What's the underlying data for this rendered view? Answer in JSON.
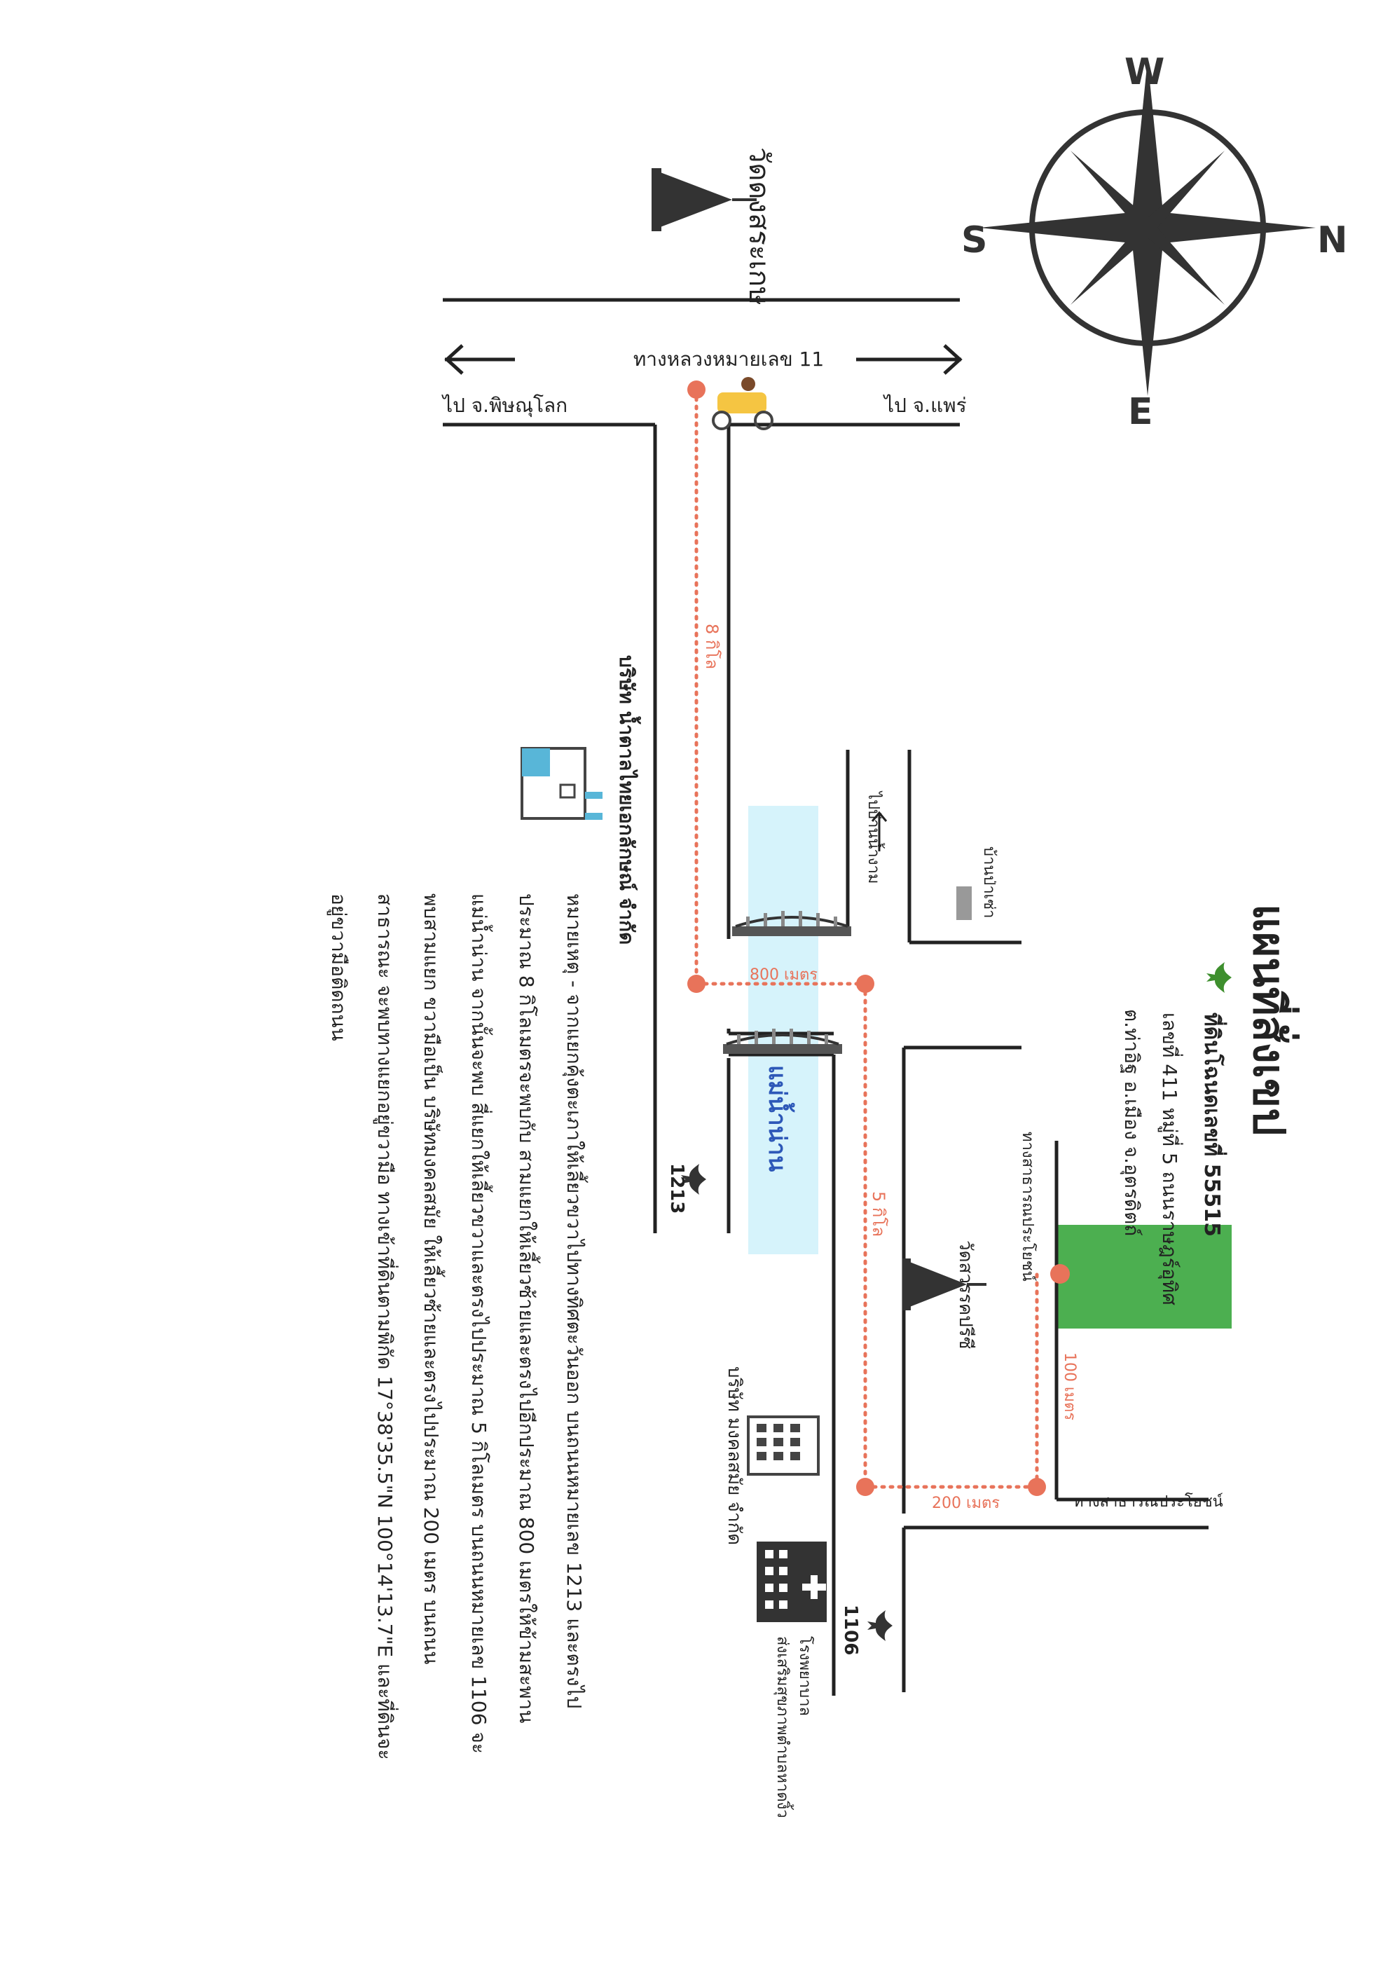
{
  "title": "แผนที่สั่งเขป",
  "parcel": {
    "line1": "ที่ดินโฉนดเลขที่ 55515",
    "line2": "เลขที่ 411 หมู่ที่ 5 ถนนราษฎร์อุทิศ",
    "line3": "ต.ท่าอิฐ อ.เมือง จ.อุตรดิตถ์"
  },
  "compass": {
    "n": "N",
    "s": "S",
    "e": "E",
    "w": "W"
  },
  "roads": {
    "hwy11": "ทางหลวงหมายเลข 11",
    "to_phitsanulok": "ไป จ.พิษณุโลก",
    "to_phrae": "ไป จ.แพร่",
    "public_road_vertical": "ทางสาธารณประโยชน์",
    "public_road_horizontal": "ทางสาธารณประโยชน์",
    "to_ban_nam_ngam": "ไปบ้านน้ำงาม",
    "route_1213": "1213",
    "route_1106": "1106"
  },
  "river": {
    "name": "แม่น้ำน่าน"
  },
  "distances": {
    "km8": "8 กิโล",
    "m800": "800 เมตร",
    "km5": "5 กิโล",
    "m100": "100 เมตร",
    "m200": "200 เมตร"
  },
  "landmarks": {
    "temple_top": "วัดดงสระเกษ",
    "temple_mid": "วัดสวรรคปรีซี",
    "village": "บ้านป่าเซ่า",
    "company_factory": "บริษัท น้ำตาลไทยเอกลักษณ์ จำกัด",
    "company_building": "บริษัท มงคลสมัย จำกัด",
    "hospital_line1": "โรงพยาบาล",
    "hospital_line2": "ส่งเสริมสุขภาพตำบลหาดงิ้ว"
  },
  "note": {
    "line1": "หมายเหตุ - จากแยกคุ้งตะเภาให้เลี้ยวขวาไปทางทิศตะวันออก บนถนนหมายเลข 1213 และตรงไป",
    "line2": "ประมาณ 8 กิโลเมตรจะพบกับ สามแยกให้เลี้ยวซ้ายและตรงไปอีกประมาณ 800 เมตรให้ข้ามสะพาน",
    "line3": "แม่น้ำน่าน จากนั้นจะพบ สี่แยกให้เลี้ยวขวาและตรงไปประมาณ 5 กิโลเมตร บนถนนหมายเลข 1106 จะ",
    "line4": "พบสามแยก ขวามือเป็น บริษัทมงคลสมัย ให้เลี้ยวซ้ายและตรงไปประมาณ 200 เมตร บนถนน",
    "line5": "สาธารณะ จะพบทางแยกอยู่ขวามือ ทางเข้าที่ดินตามพิกัด 17°38'35.5\"N 100°14'13.7\"E และที่ดินจะ",
    "line6": "อยู่ขวามือติดถนน"
  },
  "colors": {
    "road": "#222222",
    "route": "#e8735a",
    "river": "#d6f3fb",
    "parcel": "#4caf50",
    "text": "#222222",
    "building": "#58b6d8"
  },
  "icons": [
    "compass-rose-icon",
    "temple-icon",
    "factory-icon",
    "office-building-icon",
    "hospital-icon",
    "garuda-icon",
    "bridge-icon",
    "motorcycle-icon",
    "location-pin-icon",
    "arrow-left-icon",
    "arrow-right-icon"
  ]
}
